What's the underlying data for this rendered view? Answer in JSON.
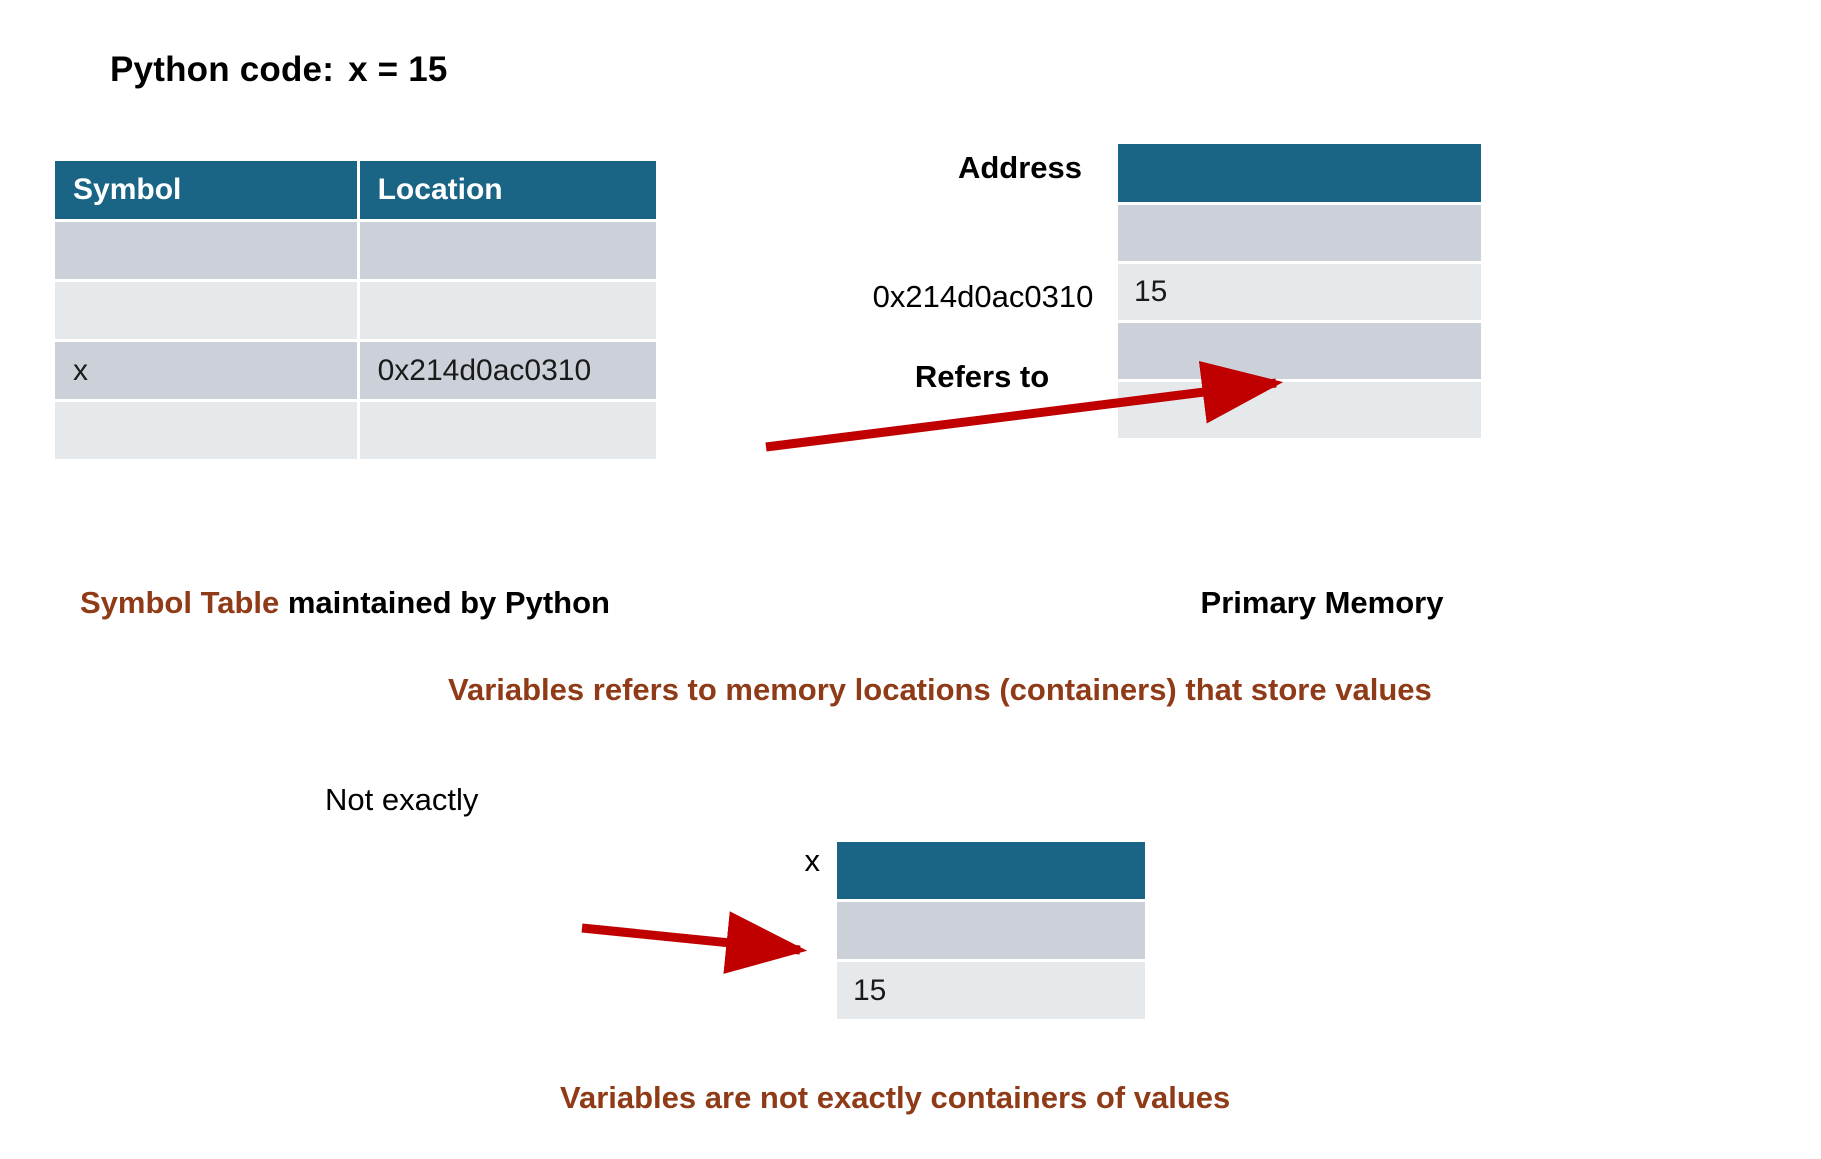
{
  "title": {
    "label": "Python code:",
    "code": "x = 15"
  },
  "symbol_table": {
    "name": "Symbol Table",
    "columns": [
      "Symbol",
      "Location"
    ],
    "rows": [
      {
        "symbol": "",
        "location": ""
      },
      {
        "symbol": "",
        "location": ""
      },
      {
        "symbol": "x",
        "location": "0x214d0ac0310"
      },
      {
        "symbol": "",
        "location": ""
      }
    ],
    "caption_accent": "Symbol Table",
    "caption_rest": " maintained by Python"
  },
  "primary_memory": {
    "header_label": "Address",
    "rows": [
      {
        "value": "",
        "style": "header"
      },
      {
        "value": "",
        "style": "dark"
      },
      {
        "value": "15",
        "style": "light"
      },
      {
        "value": "",
        "style": "dark"
      },
      {
        "value": "",
        "style": "light"
      }
    ],
    "caption": "Primary Memory"
  },
  "arrow_top": {
    "address_label": "0x214d0ac0310",
    "relation_label": "Refers to"
  },
  "statement_middle": "Variables refers to memory locations (containers) that store values",
  "container_block": {
    "side_label": "Not exactly",
    "variable_label": "x",
    "rows": [
      {
        "value": "",
        "style": "header"
      },
      {
        "value": "",
        "style": "dark"
      },
      {
        "value": "15",
        "style": "light"
      }
    ]
  },
  "statement_bottom": "Variables are not exactly containers of values",
  "colors": {
    "teal_header": "#1a6586",
    "row_dark": "#ccd1d9",
    "row_light": "#e5e9ec",
    "arrow_red": "#c00000",
    "accent_brown": "#8f3b17",
    "background": "#ffffff"
  }
}
